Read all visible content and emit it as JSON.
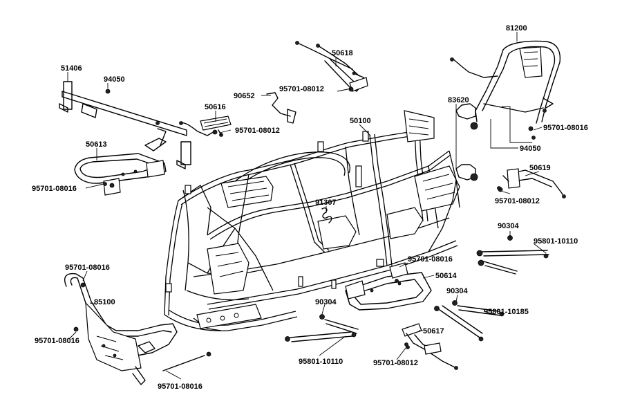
{
  "diagram": {
    "labels": [
      {
        "id": "l1",
        "text": "81200"
      },
      {
        "id": "l2",
        "text": "50618"
      },
      {
        "id": "l3",
        "text": "51406"
      },
      {
        "id": "l4",
        "text": "94050"
      },
      {
        "id": "l5",
        "text": "90652"
      },
      {
        "id": "l6",
        "text": "95701-08012"
      },
      {
        "id": "l7",
        "text": "83620"
      },
      {
        "id": "l8",
        "text": "50616"
      },
      {
        "id": "l9",
        "text": "95701-08012"
      },
      {
        "id": "l10",
        "text": "50100"
      },
      {
        "id": "l11",
        "text": "95701-08016"
      },
      {
        "id": "l12",
        "text": "94050"
      },
      {
        "id": "l13",
        "text": "50613"
      },
      {
        "id": "l14",
        "text": "50619"
      },
      {
        "id": "l15",
        "text": "95701-08016"
      },
      {
        "id": "l16",
        "text": "95701-08012"
      },
      {
        "id": "l17",
        "text": "91307"
      },
      {
        "id": "l18",
        "text": "90304"
      },
      {
        "id": "l19",
        "text": "95801-10110"
      },
      {
        "id": "l20",
        "text": "95701-08016"
      },
      {
        "id": "l21",
        "text": "95701-08016"
      },
      {
        "id": "l22",
        "text": "50614"
      },
      {
        "id": "l23",
        "text": "85100"
      },
      {
        "id": "l24",
        "text": "90304"
      },
      {
        "id": "l25",
        "text": "90304"
      },
      {
        "id": "l26",
        "text": "95801-10185"
      },
      {
        "id": "l27",
        "text": "95701-08016"
      },
      {
        "id": "l28",
        "text": "50617"
      },
      {
        "id": "l29",
        "text": "95801-10110"
      },
      {
        "id": "l30",
        "text": "95701-08012"
      },
      {
        "id": "l31",
        "text": "95701-08016"
      }
    ]
  }
}
